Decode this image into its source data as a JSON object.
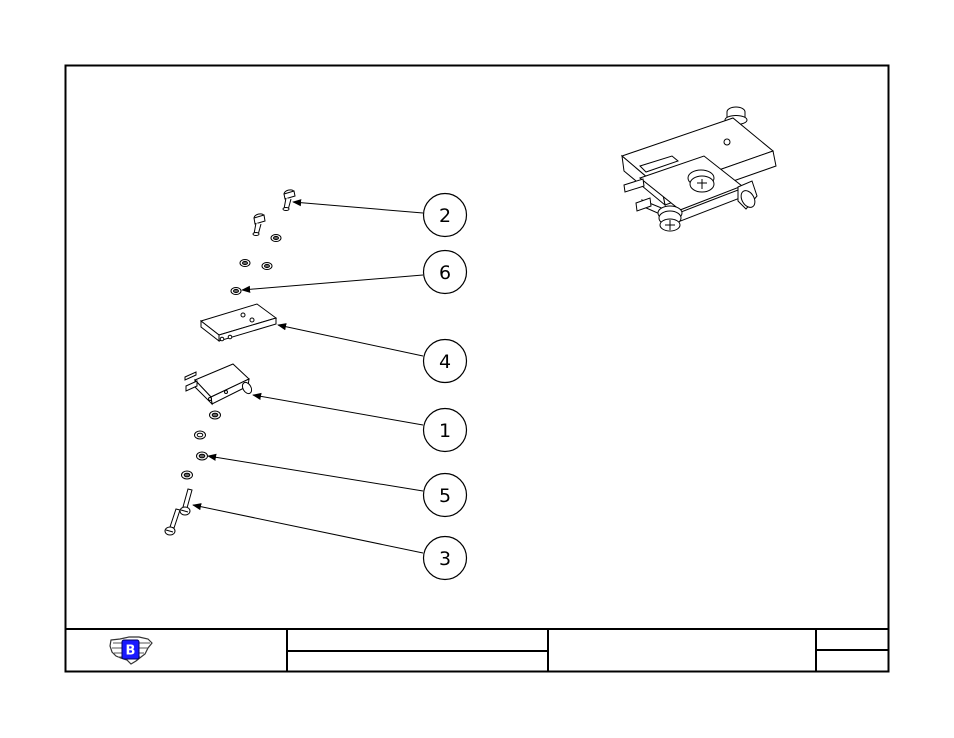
{
  "drawing": {
    "callouts": [
      {
        "id": "callout-2",
        "label": "2"
      },
      {
        "id": "callout-6",
        "label": "6"
      },
      {
        "id": "callout-4",
        "label": "4"
      },
      {
        "id": "callout-1",
        "label": "1"
      },
      {
        "id": "callout-5",
        "label": "5"
      },
      {
        "id": "callout-3",
        "label": "3"
      }
    ]
  },
  "title_block": {
    "logo_icon": "us-map-logo-icon",
    "logo_letter": "B",
    "logo_color": "#1a1aff"
  },
  "colors": {
    "line": "#000000",
    "background": "#ffffff",
    "part_fill": "#ffffff",
    "shade": "#d9d9d9"
  }
}
